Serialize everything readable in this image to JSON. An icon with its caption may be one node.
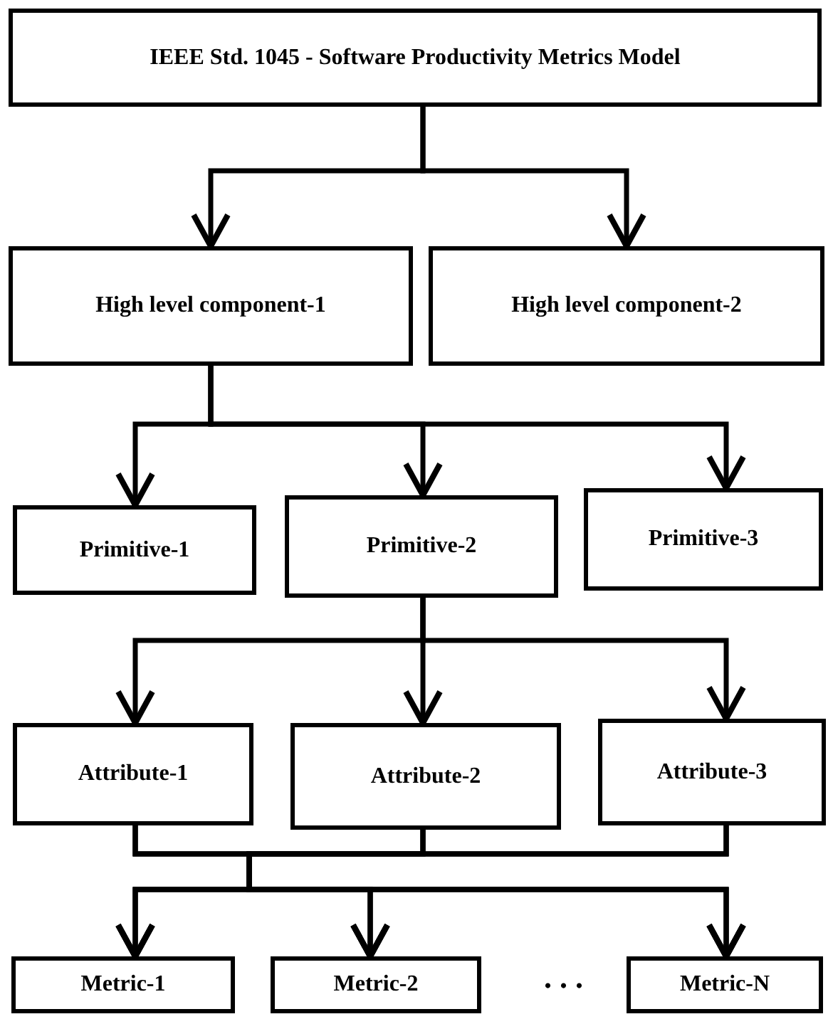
{
  "diagram": {
    "nodes": [
      {
        "text": [
          "IEEE Std. 1045 - Software Productivity Metrics Model"
        ]
      },
      {
        "text": [
          "High level component-1"
        ]
      },
      {
        "text": [
          "High level component-2"
        ]
      },
      {
        "text": [
          "Primitive-1"
        ]
      },
      {
        "text": [
          "Primitive-2"
        ]
      },
      {
        "text": [
          "Primitive-3"
        ]
      },
      {
        "text": [
          "Attribute-1"
        ]
      },
      {
        "text": [
          "Attribute-2"
        ]
      },
      {
        "text": [
          "Attribute-3"
        ]
      },
      {
        "text": [
          "Metric-1"
        ]
      },
      {
        "text": [
          "Metric-2"
        ]
      },
      {
        "text": [
          "Metric-N"
        ]
      }
    ],
    "edges": [
      {
        "from": 0,
        "to": 1,
        "arrow": "to"
      },
      {
        "from": 0,
        "to": 2,
        "arrow": "to"
      },
      {
        "from": 1,
        "to": 3,
        "arrow": "to"
      },
      {
        "from": 1,
        "to": 4,
        "arrow": "to"
      },
      {
        "from": 1,
        "to": 5,
        "arrow": "to"
      },
      {
        "from": 4,
        "to": 6,
        "arrow": "to"
      },
      {
        "from": 4,
        "to": 7,
        "arrow": "to"
      },
      {
        "from": 4,
        "to": 8,
        "arrow": "to"
      },
      {
        "from": 6,
        "to": 9,
        "arrow": "to"
      },
      {
        "from": 6,
        "to": 10,
        "arrow": "to"
      },
      {
        "from": 6,
        "to": 11,
        "arrow": "to"
      },
      {
        "from": 7,
        "to": 9,
        "arrow": "to"
      },
      {
        "from": 7,
        "to": 10,
        "arrow": "to"
      },
      {
        "from": 7,
        "to": 11,
        "arrow": "to"
      },
      {
        "from": 8,
        "to": 9,
        "arrow": "to"
      },
      {
        "from": 8,
        "to": 10,
        "arrow": "to"
      },
      {
        "from": 8,
        "to": 11,
        "arrow": "to"
      }
    ],
    "labels": [
      ". . ."
    ]
  }
}
